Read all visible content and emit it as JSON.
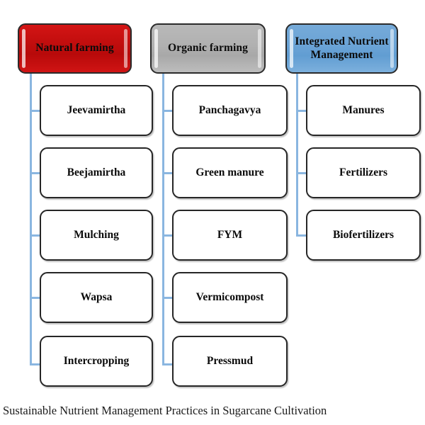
{
  "caption": "Sustainable Nutrient Management Practices in Sugarcane Cultivation",
  "colors": {
    "background": "#ffffff",
    "connector": "#8ab6e0",
    "box_border": "#262626",
    "text": "#0b0b0b",
    "header_red": "#c00d0d",
    "header_gray": "#b0b0b0",
    "header_blue": "#6aa3d6"
  },
  "columns": [
    {
      "id": "natural-farming",
      "header": "Natural farming",
      "header_style": "red",
      "items": [
        "Jeevamirtha",
        "Beejamirtha",
        "Mulching",
        "Wapsa",
        "Intercropping"
      ]
    },
    {
      "id": "organic-farming",
      "header": "Organic farming",
      "header_style": "gray",
      "items": [
        "Panchagavya",
        "Green manure",
        "FYM",
        "Vermicompost",
        "Pressmud"
      ]
    },
    {
      "id": "integrated-nutrient-management",
      "header": "Integrated Nutrient Management",
      "header_style": "blue",
      "items": [
        "Manures",
        "Fertilizers",
        "Biofertilizers"
      ]
    }
  ]
}
